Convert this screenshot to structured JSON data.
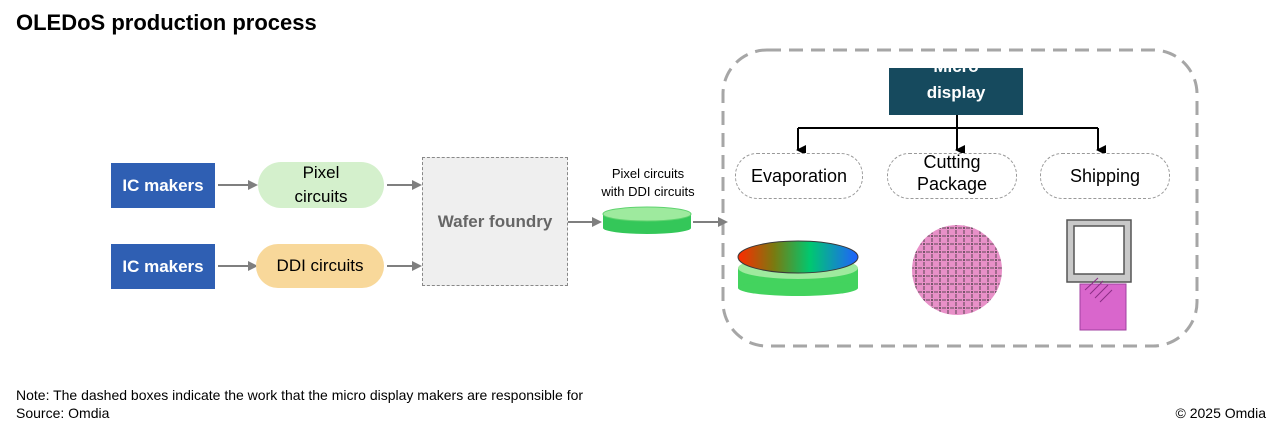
{
  "title": "OLEDoS production process",
  "ic_makers_top": "IC makers",
  "ic_makers_bottom": "IC makers",
  "pixel_circuits": "Pixel circuits",
  "ddi_circuits": "DDI circuits",
  "wafer_foundry": "Wafer foundry",
  "wafer_label_line1": "Pixel circuits",
  "wafer_label_line2": "with DDI circuits",
  "micro_display_line1": "Micro",
  "micro_display_line2": "display",
  "steps": {
    "evaporation": "Evaporation",
    "cutting": "Cutting",
    "package": "Package",
    "shipping": "Shipping"
  },
  "note": "Note: The dashed boxes indicate the work that the micro display makers are responsible for",
  "source": "Source: Omdia",
  "copyright": "© 2025 Omdia",
  "colors": {
    "ic_blue": "#2f5fb3",
    "pixel_green": "#d4f0cc",
    "ddi_orange": "#f8d89a",
    "micro_teal": "#164a5e",
    "wafer_green": "#4cd964",
    "cutting_pink": "#e890c8",
    "fpc_magenta": "#d966cc"
  }
}
